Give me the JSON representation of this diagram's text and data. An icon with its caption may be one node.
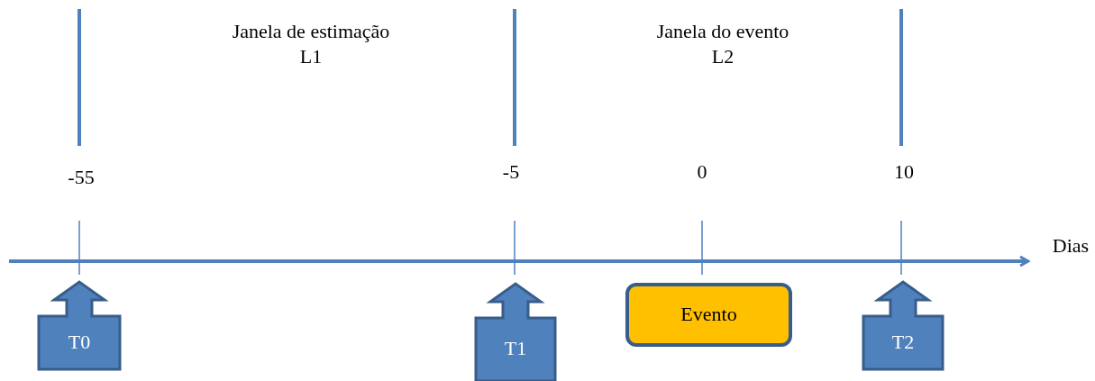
{
  "diagram": {
    "nodes": [
      {
        "text": [
          "T0"
        ]
      },
      {
        "text": [
          "T1"
        ]
      },
      {
        "text": [
          "Evento"
        ]
      },
      {
        "text": [
          "T2"
        ]
      }
    ],
    "labels": [
      "Janela de estimação",
      "L1",
      "Janela do evento",
      "L2",
      "-55",
      "-5",
      "0",
      "10",
      "Dias"
    ]
  }
}
